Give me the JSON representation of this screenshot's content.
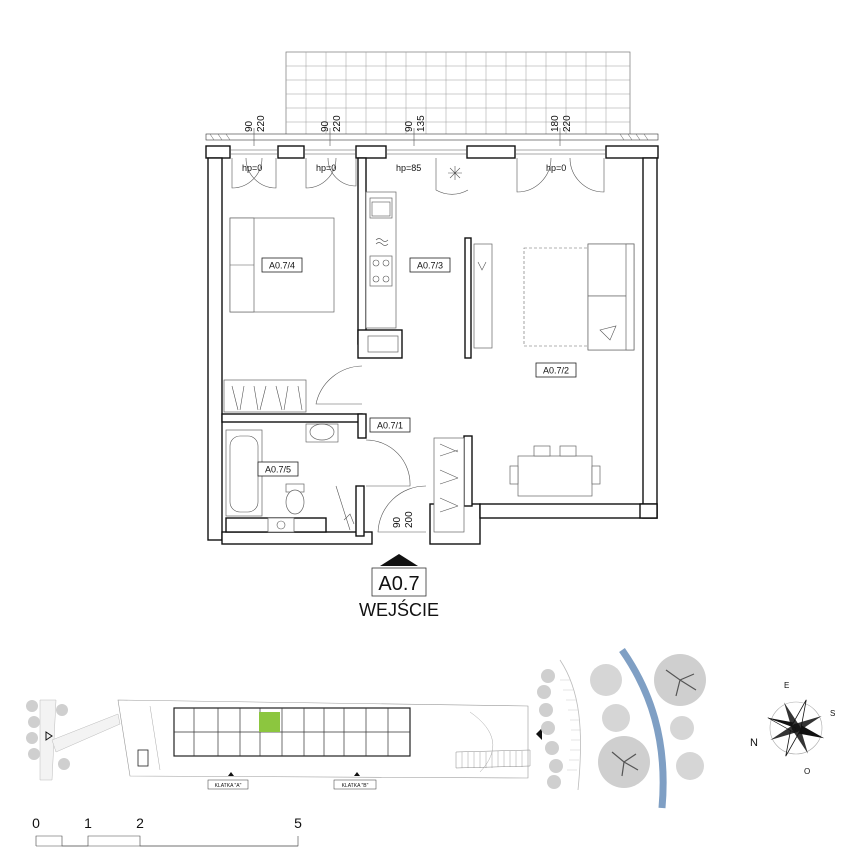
{
  "plan": {
    "rooms": [
      {
        "id": "room-a07-4",
        "label": "A0.7/4"
      },
      {
        "id": "room-a07-3",
        "label": "A0.7/3"
      },
      {
        "id": "room-a07-2",
        "label": "A0.7/2"
      },
      {
        "id": "room-a07-1",
        "label": "A0.7/1"
      },
      {
        "id": "room-a07-5",
        "label": "A0.7/5"
      }
    ],
    "windows": [
      {
        "id": "window-1",
        "width": "90",
        "height": "220",
        "sill": "hp=0"
      },
      {
        "id": "window-2",
        "width": "90",
        "height": "220",
        "sill": "hp=0"
      },
      {
        "id": "window-3",
        "width": "90",
        "height": "135",
        "sill": "hp=85"
      },
      {
        "id": "window-4",
        "width": "180",
        "height": "220",
        "sill": "hp=0"
      }
    ],
    "entrance_door": {
      "width": "90",
      "height": "200"
    },
    "apartment_code": "A0.7",
    "entrance_label": "WEJŚCIE"
  },
  "site_plan": {
    "staircase_a": "KLATKA \"A\"",
    "staircase_b": "KLATKA \"B\"",
    "highlight_color": "#8cc63f",
    "river_color": "#7f9fc4"
  },
  "compass": {
    "n": "N",
    "e": "E",
    "s": "S",
    "w": "O"
  },
  "scale_bar": {
    "ticks": [
      "0",
      "1",
      "2",
      "5"
    ]
  }
}
